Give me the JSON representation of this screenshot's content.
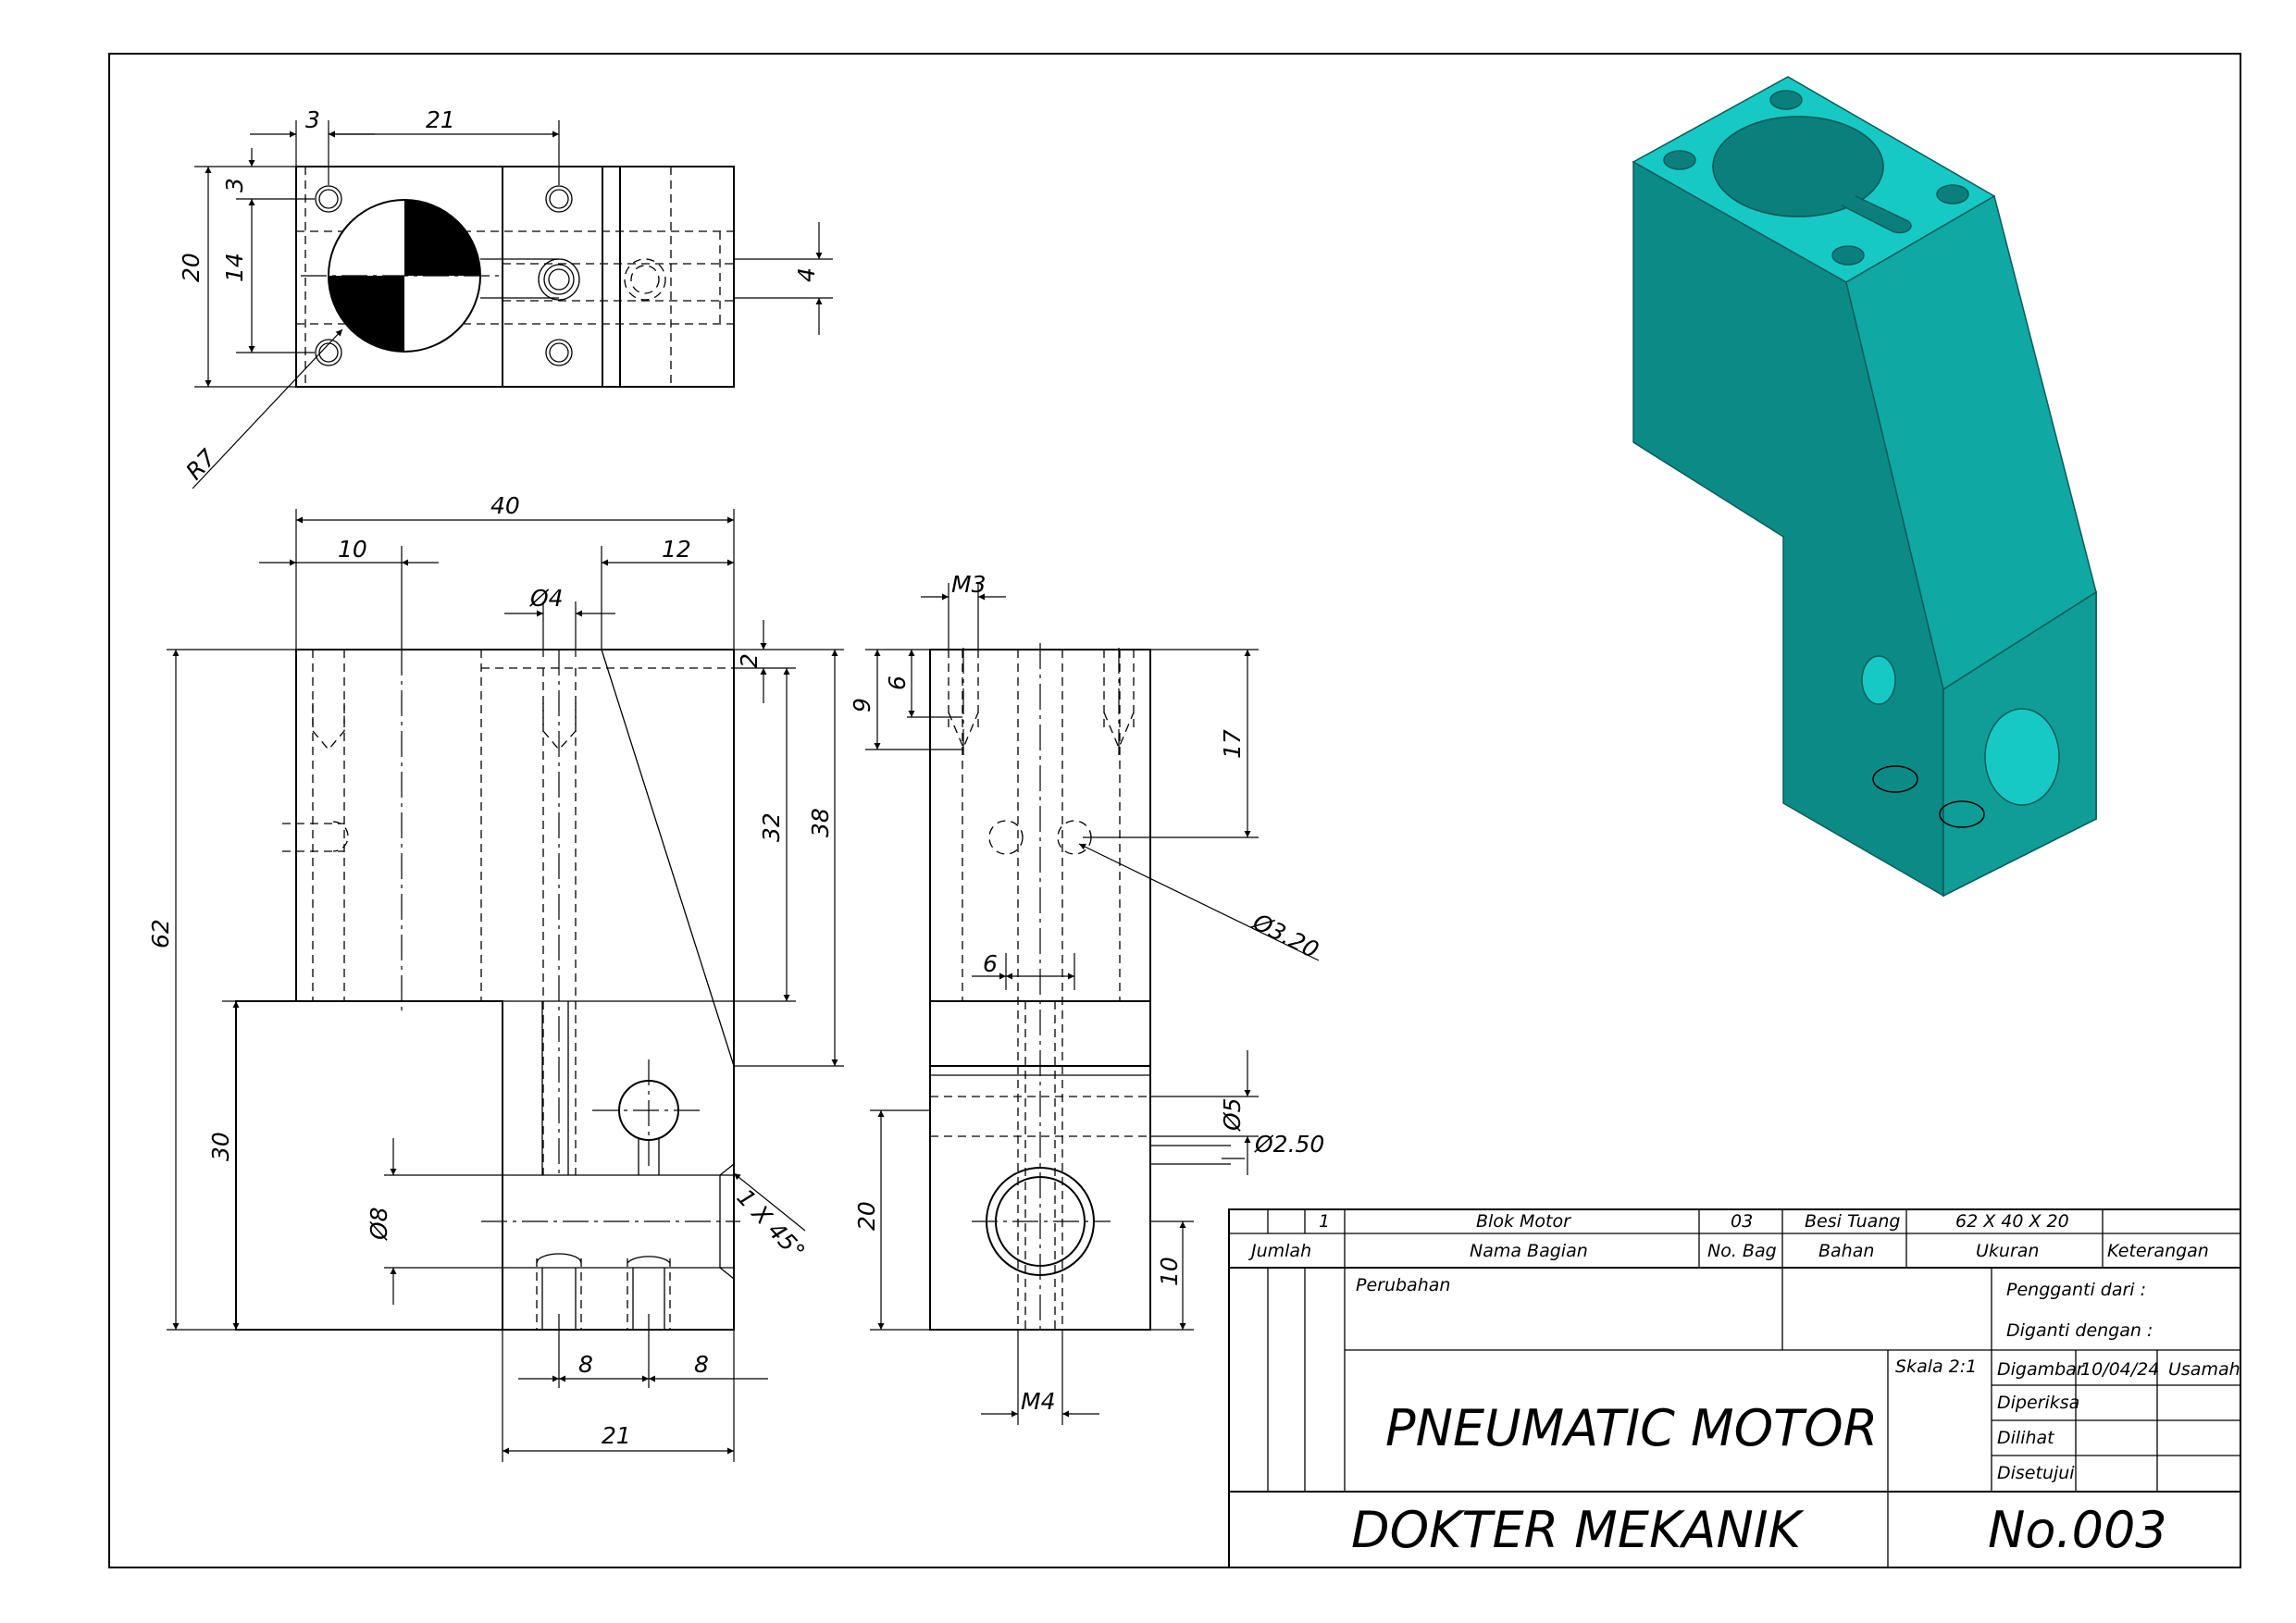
{
  "drawing": {
    "dims": {
      "top_3h": "3",
      "top_21": "21",
      "top_3v": "3",
      "top_20": "20",
      "top_14": "14",
      "top_4": "4",
      "top_r7": "R7",
      "front_40": "40",
      "front_10": "10",
      "front_12": "12",
      "front_d4": "Ø4",
      "front_2": "2",
      "front_32": "32",
      "front_38": "38",
      "front_62": "62",
      "front_30": "30",
      "front_d8": "Ø8",
      "front_chamfer": "1 X 45°",
      "front_8a": "8",
      "front_8b": "8",
      "front_21": "21",
      "side_m3": "M3",
      "side_6": "6",
      "side_9": "9",
      "side_17": "17",
      "side_d320": "Ø3.20",
      "side_6h": "6",
      "side_d5": "Ø5",
      "side_d250": "Ø2.50",
      "side_20": "20",
      "side_10": "10",
      "side_m4": "M4"
    }
  },
  "title_block": {
    "row1": {
      "qty": "1",
      "part_name": "Blok Motor",
      "part_no": "03",
      "material": "Besi Tuang",
      "size": "62 X 40 X 20",
      "remarks": ""
    },
    "headers": {
      "qty": "Jumlah",
      "part_name": "Nama Bagian",
      "part_no": "No. Bag",
      "material": "Bahan",
      "size": "Ukuran",
      "remarks": "Keterangan"
    },
    "changes_label": "Perubahan",
    "replaces_label": "Pengganti dari :",
    "replaced_by_label": "Diganti dengan :",
    "scale": "Skala 2:1",
    "drawn_label": "Digambar",
    "drawn_date": "10/04/24",
    "drawn_by": "Usamah",
    "checked_label": "Diperiksa",
    "seen_label": "Dilihat",
    "approved_label": "Disetujui",
    "title": "PNEUMATIC MOTOR",
    "company": "DOKTER MEKANIK",
    "drawing_no": "No.003"
  },
  "colors": {
    "model_top": "#17c9c4",
    "model_left": "#0c8a86",
    "model_right": "#0fa8a3",
    "line": "#000000"
  }
}
